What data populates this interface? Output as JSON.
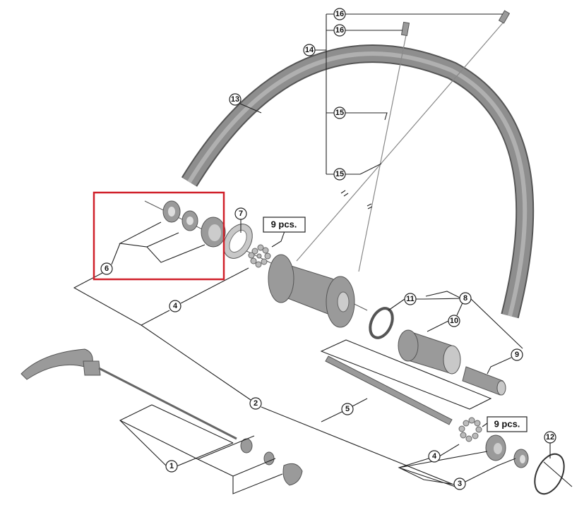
{
  "diagram": {
    "callouts": {
      "c16a": "16",
      "c16b": "16",
      "c14": "14",
      "c15a": "15",
      "c15b": "15",
      "c13": "13",
      "c7": "7",
      "c6": "6",
      "c4a": "4",
      "c11": "11",
      "c8": "8",
      "c10": "10",
      "c9": "9",
      "c2": "2",
      "c5": "5",
      "c4b": "4",
      "c12": "12",
      "c1": "1",
      "c3": "3"
    },
    "qty_label_upper": "9 pcs.",
    "qty_label_lower": "9 pcs.",
    "highlight_color": "#d0202a"
  }
}
